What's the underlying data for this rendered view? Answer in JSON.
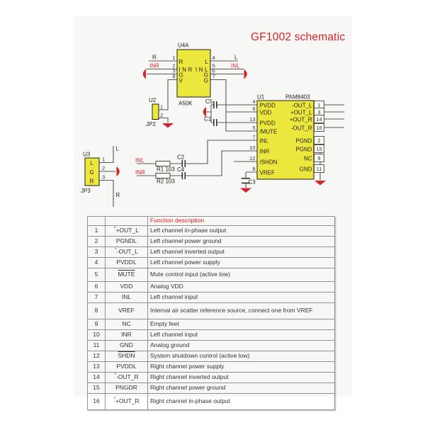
{
  "page": {
    "title": "GF1002 schematic"
  },
  "schematic": {
    "u4a": {
      "ref": "U4A",
      "part": "A50K",
      "inside": {
        "r": "R",
        "l": "L",
        "inr": "INR",
        "inl": "INL",
        "g1": "G",
        "g2": "G",
        "v": "V",
        "g3": "G"
      },
      "pin_numbers": {
        "p1": "1",
        "p2": "2",
        "p3": "3",
        "p8": "8",
        "p4": "4",
        "p5": "5",
        "p6": "6",
        "p7": "7"
      },
      "nets": {
        "r": "R",
        "inr": "INR",
        "l": "L",
        "inl": "INL"
      }
    },
    "jp2": {
      "ref": "U2",
      "name": "JP2",
      "pins": {
        "p1": "1",
        "p2": "2"
      }
    },
    "jp3": {
      "ref": "U3",
      "name": "JP3",
      "inside": {
        "l": "L",
        "g": "G",
        "r": "R"
      },
      "pins": {
        "p1": "1",
        "p2": "2",
        "p3": "3"
      },
      "nets": {
        "l": "L",
        "r": "R"
      }
    },
    "u1": {
      "ref": "U1",
      "part": "PAM8403",
      "left_pins": [
        {
          "num": "4",
          "name": "PVDD"
        },
        {
          "num": "6",
          "name": "VDD"
        },
        {
          "num": "13",
          "name": "PVDD"
        },
        {
          "num": "5",
          "name": "/MUTE"
        },
        {
          "num": "7",
          "name": "INL"
        },
        {
          "num": "10",
          "name": "INR"
        },
        {
          "num": "12",
          "name": "/SHDN"
        },
        {
          "num": "8",
          "name": "VREF"
        }
      ],
      "right_pins": [
        {
          "num": "1",
          "name": "-OUT_L"
        },
        {
          "num": "3",
          "name": "+OUT_L"
        },
        {
          "num": "14",
          "name": "+OUT_R"
        },
        {
          "num": "16",
          "name": "-OUT_R"
        },
        {
          "num": "2",
          "name": "PGND"
        },
        {
          "num": "15",
          "name": "PGND"
        },
        {
          "num": "9",
          "name": "NC"
        },
        {
          "num": "11",
          "name": "GND"
        }
      ]
    },
    "components": {
      "c1": "C1",
      "c2": "C2",
      "c3": "C3",
      "c4": "C4",
      "c5": "C5",
      "r1": "R1 103",
      "r2": "R2 103"
    },
    "nets": {
      "inl": "INL",
      "inr": "INR"
    },
    "colors": {
      "chip_fill": "#ece73d",
      "accent_red": "#d9232a",
      "wire": "#585858"
    }
  },
  "table": {
    "header": {
      "function": "Function description"
    },
    "rows": [
      {
        "pin": "1",
        "mark": "*",
        "name": "+OUT_L",
        "desc": "Left channel in-phase output"
      },
      {
        "pin": "2",
        "name": "PGNDL",
        "desc": "Left channel power ground"
      },
      {
        "pin": "3",
        "mark": "*",
        "name": "-OUT_L",
        "desc": "Left channel inverted output"
      },
      {
        "pin": "4",
        "name": "PVDDL",
        "desc": "Left channel power supply"
      },
      {
        "pin": "5",
        "name": "MUTE",
        "desc": "Mute control input (active low)"
      },
      {
        "pin": "6",
        "name": "VDD",
        "desc": "Analog VDD"
      },
      {
        "pin": "7",
        "name": "INL",
        "desc": "Left channel input"
      },
      {
        "pin": "8",
        "name": "VREF",
        "desc": "Internal air scatter reference source, connect one from VREF"
      },
      {
        "pin": "9",
        "name": "NC",
        "desc": "Empty feet"
      },
      {
        "pin": "10",
        "name": "INR",
        "desc": "Left channel input"
      },
      {
        "pin": "11",
        "name": "GND",
        "desc": "Analog ground"
      },
      {
        "pin": "12",
        "name": "SHDN",
        "desc": "System shutdown control (active low)"
      },
      {
        "pin": "13",
        "name": "PVDDL",
        "desc": "Right channel power supply"
      },
      {
        "pin": "14",
        "mark": "*",
        "name": "-OUT_R",
        "desc": "Right channel inverted output"
      },
      {
        "pin": "15",
        "name": "PNGDR",
        "desc": "Right channel power ground"
      },
      {
        "pin": "16",
        "mark": "*",
        "name": "+OUT_R",
        "desc": "Right channel in-phase output"
      }
    ]
  }
}
